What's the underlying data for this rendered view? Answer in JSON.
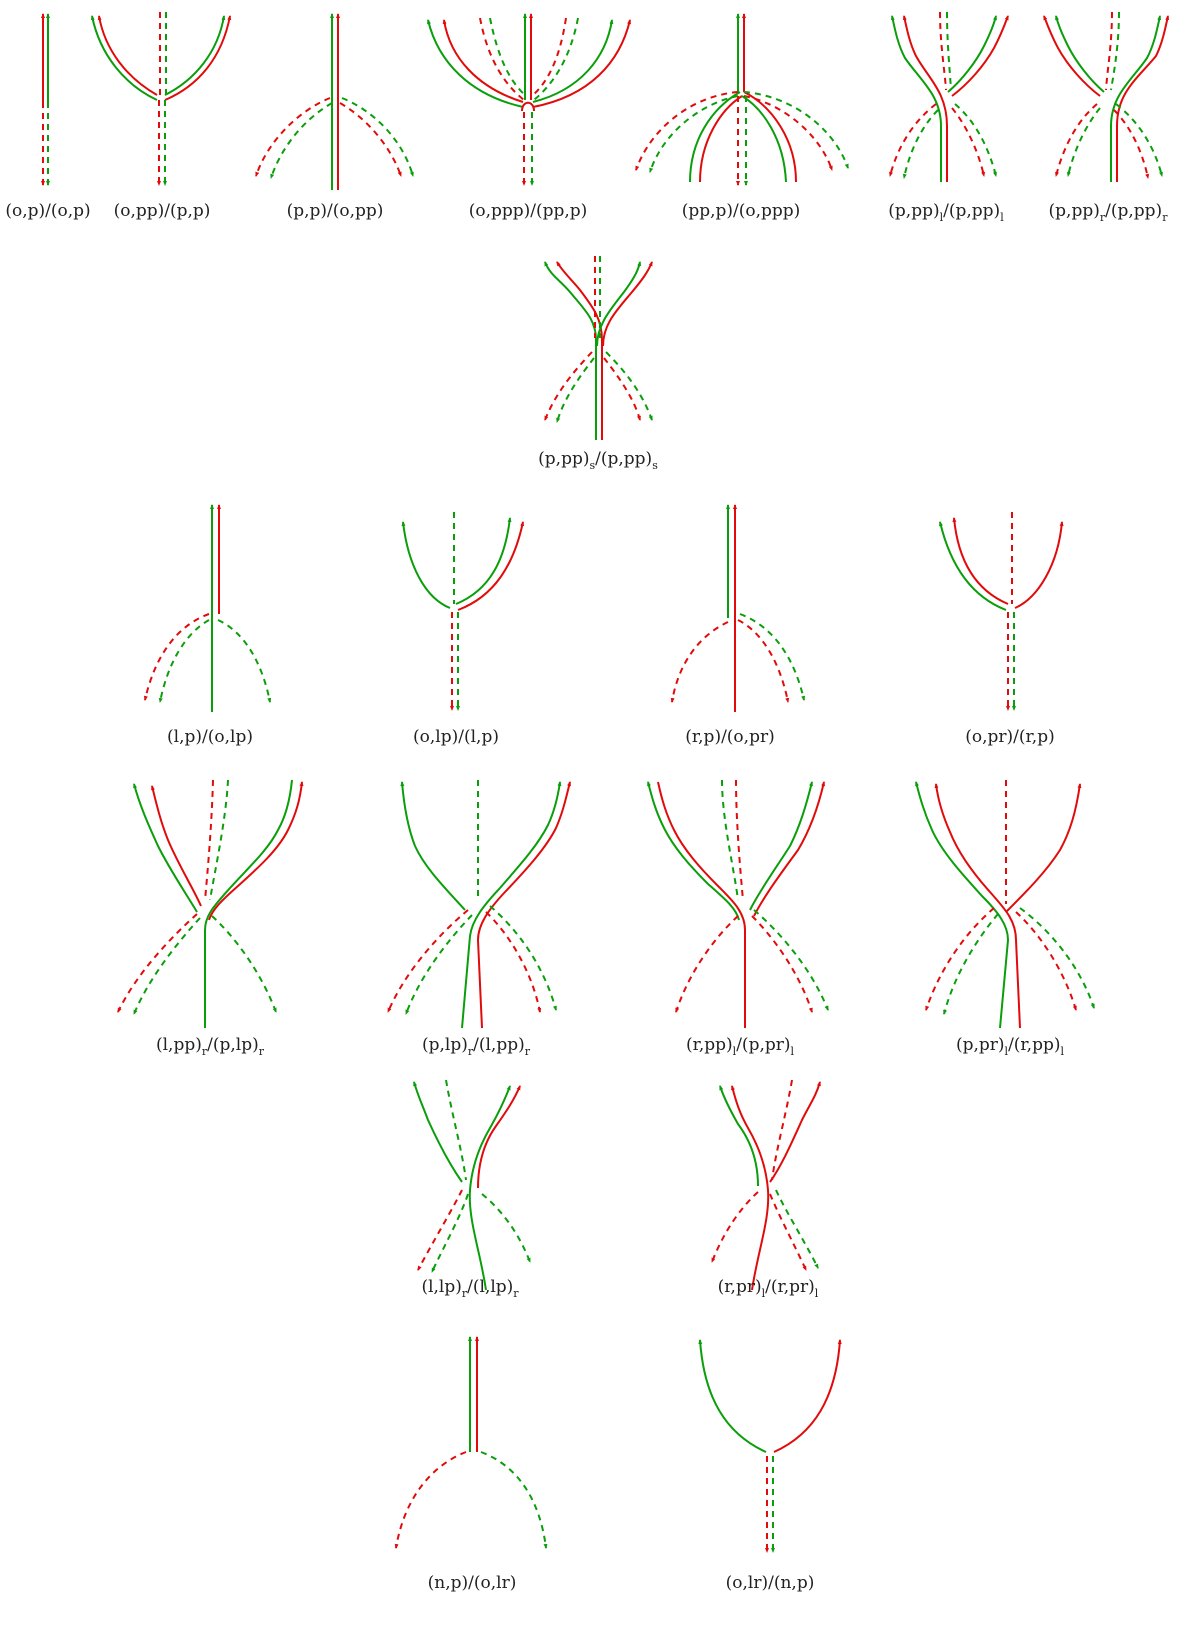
{
  "colors": {
    "green": "#0a9e0a",
    "red": "#e10b0b",
    "text": "#222222"
  },
  "diagram_1": {
    "caption_1": {
      "main_1": "(o,p)/(o,p)"
    },
    "caption_2": {
      "main_1": "(o,pp)/(p,p)"
    },
    "caption_3": {
      "main_1": "(p,p)/(o,pp)"
    },
    "caption_4": {
      "main_1": "(o,ppp)/(pp,p)"
    },
    "caption_5": {
      "main_1": "(pp,p)/(o,ppp)"
    },
    "caption_6": {
      "main_1": "(p,pp)",
      "sub_1": "l",
      "main_2": "/(p,pp)",
      "sub_2": "l"
    },
    "caption_7": {
      "main_1": "(p,pp)",
      "sub_1": "r",
      "main_2": "/(p,pp)",
      "sub_2": "r"
    },
    "caption_8": {
      "main_1": "(p,pp)",
      "sub_1": "s",
      "main_2": "/(p,pp)",
      "sub_2": "s"
    },
    "caption_9": {
      "main_1": "(l,p)/(o,lp)"
    },
    "caption_10": {
      "main_1": "(o,lp)/(l,p)"
    },
    "caption_11": {
      "main_1": "(r,p)/(o,pr)"
    },
    "caption_12": {
      "main_1": "(o,pr)/(r,p)"
    },
    "caption_13": {
      "main_1": "(l,pp)",
      "sub_1": "r",
      "main_2": "/(p,lp)",
      "sub_2": "r"
    },
    "caption_14": {
      "main_1": "(p,lp)",
      "sub_1": "r",
      "main_2": "/(l,pp)",
      "sub_2": "r"
    },
    "caption_15": {
      "main_1": "(r,pp)",
      "sub_1": "l",
      "main_2": "/(p,pr)",
      "sub_2": "l"
    },
    "caption_16": {
      "main_1": "(p,pr)",
      "sub_1": "l",
      "main_2": "/(r,pp)",
      "sub_2": "l"
    },
    "caption_17": {
      "main_1": "(l,lp)",
      "sub_1": "r",
      "main_2": "/(l,lp)",
      "sub_2": "r"
    },
    "caption_18": {
      "main_1": "(r,pr)",
      "sub_1": "l",
      "main_2": "/(r,pr)",
      "sub_2": "l"
    },
    "caption_19": {
      "main_1": "(n,p)/(o,lr)"
    },
    "caption_20": {
      "main_1": "(o,lr)/(n,p)"
    }
  }
}
